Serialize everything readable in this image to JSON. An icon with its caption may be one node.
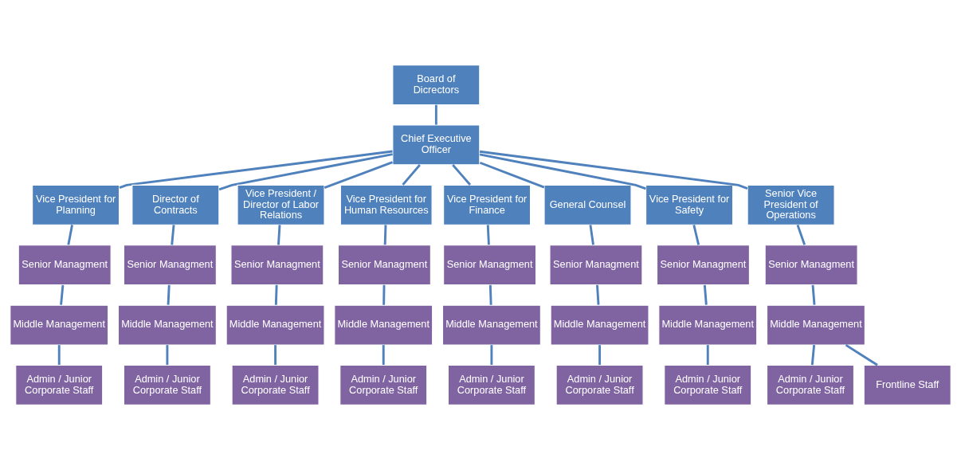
{
  "diagram": {
    "nodes": [
      {
        "text": [
          "Board of Dicrectors"
        ]
      },
      {
        "text": [
          "Chief Executive Officer"
        ]
      },
      {
        "text": [
          "Vice President for Planning"
        ]
      },
      {
        "text": [
          "Director of Contracts"
        ]
      },
      {
        "text": [
          "Vice President / Director of Labor Relations"
        ]
      },
      {
        "text": [
          "Vice President for Human Resources"
        ]
      },
      {
        "text": [
          "Vice President for Finance"
        ]
      },
      {
        "text": [
          "General Counsel"
        ]
      },
      {
        "text": [
          "Vice President for Safety"
        ]
      },
      {
        "text": [
          "Senior Vice President of Operations"
        ]
      },
      {
        "text": [
          "Senior Managment"
        ]
      },
      {
        "text": [
          "Senior Managment"
        ]
      },
      {
        "text": [
          "Senior Managment"
        ]
      },
      {
        "text": [
          "Senior Managment"
        ]
      },
      {
        "text": [
          "Senior Managment"
        ]
      },
      {
        "text": [
          "Senior Managment"
        ]
      },
      {
        "text": [
          "Senior Managment"
        ]
      },
      {
        "text": [
          "Senior Managment"
        ]
      },
      {
        "text": [
          "Middle Management"
        ]
      },
      {
        "text": [
          "Middle Management"
        ]
      },
      {
        "text": [
          "Middle Management"
        ]
      },
      {
        "text": [
          "Middle Management"
        ]
      },
      {
        "text": [
          "Middle Management"
        ]
      },
      {
        "text": [
          "Middle Management"
        ]
      },
      {
        "text": [
          "Middle Management"
        ]
      },
      {
        "text": [
          "Middle Management"
        ]
      },
      {
        "text": [
          "Admin / Junior Corporate Staff"
        ]
      },
      {
        "text": [
          "Admin / Junior Corporate Staff"
        ]
      },
      {
        "text": [
          "Admin / Junior Corporate Staff"
        ]
      },
      {
        "text": [
          "Admin / Junior Corporate Staff"
        ]
      },
      {
        "text": [
          "Admin / Junior Corporate Staff"
        ]
      },
      {
        "text": [
          "Admin / Junior Corporate Staff"
        ]
      },
      {
        "text": [
          "Admin / Junior Corporate Staff"
        ]
      },
      {
        "text": [
          "Admin / Junior Corporate Staff"
        ]
      },
      {
        "text": [
          "Frontline Staff"
        ]
      }
    ],
    "edges": [
      {
        "from": 0,
        "to": 1,
        "arrow": "none"
      },
      {
        "from": 1,
        "to": 2,
        "arrow": "none"
      },
      {
        "from": 1,
        "to": 3,
        "arrow": "none"
      },
      {
        "from": 1,
        "to": 4,
        "arrow": "none"
      },
      {
        "from": 1,
        "to": 5,
        "arrow": "none"
      },
      {
        "from": 1,
        "to": 6,
        "arrow": "none"
      },
      {
        "from": 1,
        "to": 7,
        "arrow": "none"
      },
      {
        "from": 1,
        "to": 8,
        "arrow": "none"
      },
      {
        "from": 1,
        "to": 9,
        "arrow": "none"
      },
      {
        "from": 2,
        "to": 10,
        "arrow": "none"
      },
      {
        "from": 3,
        "to": 11,
        "arrow": "none"
      },
      {
        "from": 4,
        "to": 12,
        "arrow": "none"
      },
      {
        "from": 5,
        "to": 13,
        "arrow": "none"
      },
      {
        "from": 6,
        "to": 14,
        "arrow": "none"
      },
      {
        "from": 7,
        "to": 15,
        "arrow": "none"
      },
      {
        "from": 8,
        "to": 16,
        "arrow": "none"
      },
      {
        "from": 9,
        "to": 17,
        "arrow": "none"
      },
      {
        "from": 10,
        "to": 18,
        "arrow": "none"
      },
      {
        "from": 11,
        "to": 19,
        "arrow": "none"
      },
      {
        "from": 12,
        "to": 20,
        "arrow": "none"
      },
      {
        "from": 13,
        "to": 21,
        "arrow": "none"
      },
      {
        "from": 14,
        "to": 22,
        "arrow": "none"
      },
      {
        "from": 15,
        "to": 23,
        "arrow": "none"
      },
      {
        "from": 16,
        "to": 24,
        "arrow": "none"
      },
      {
        "from": 17,
        "to": 25,
        "arrow": "none"
      },
      {
        "from": 18,
        "to": 26,
        "arrow": "none"
      },
      {
        "from": 19,
        "to": 27,
        "arrow": "none"
      },
      {
        "from": 20,
        "to": 28,
        "arrow": "none"
      },
      {
        "from": 21,
        "to": 29,
        "arrow": "none"
      },
      {
        "from": 22,
        "to": 30,
        "arrow": "none"
      },
      {
        "from": 23,
        "to": 31,
        "arrow": "none"
      },
      {
        "from": 24,
        "to": 32,
        "arrow": "none"
      },
      {
        "from": 25,
        "to": 33,
        "arrow": "none"
      },
      {
        "from": 25,
        "to": 34,
        "arrow": "none"
      }
    ]
  }
}
